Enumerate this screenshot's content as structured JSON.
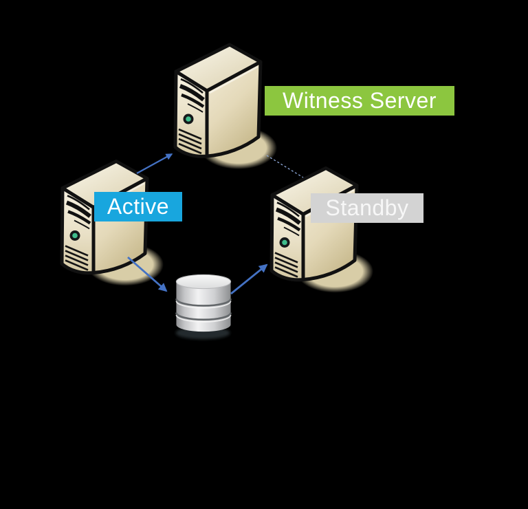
{
  "diagram": {
    "background_color": "#000000",
    "nodes": {
      "witness": {
        "id": "witness",
        "type": "server",
        "label": "Witness Server",
        "label_bg_color": "#8CC63F",
        "label_text_color": "#FFFFFF"
      },
      "active": {
        "id": "active",
        "type": "server",
        "label": "Active",
        "label_bg_color": "#18A6DE",
        "label_text_color": "#FFFFFF"
      },
      "standby": {
        "id": "standby",
        "type": "server",
        "label": "Standby",
        "label_bg_color": "#D3D3D3",
        "label_text_color": "#F7F7F7"
      },
      "shared_storage": {
        "id": "shared_storage",
        "type": "database",
        "label": ""
      }
    },
    "connections": [
      {
        "from": "active",
        "to": "witness",
        "line_style": "solid",
        "arrowhead": "at-witness",
        "color": "#4472C4"
      },
      {
        "from": "witness",
        "to": "standby",
        "line_style": "dashed",
        "arrowhead": "none",
        "color": "#8FAADC"
      },
      {
        "from": "active",
        "to": "shared_storage",
        "line_style": "solid",
        "arrowhead": "at-storage",
        "color": "#4472C4"
      },
      {
        "from": "shared_storage",
        "to": "standby",
        "line_style": "solid",
        "arrowhead": "at-standby",
        "color": "#4472C4"
      }
    ],
    "icon_colors": {
      "server_body": "#E9E0C6",
      "server_outline": "#111111",
      "server_led": "#3FBD8C",
      "server_shadow": "#D8CDA7",
      "database_body": "#D9DADB",
      "database_shadow": "#262D30"
    }
  }
}
